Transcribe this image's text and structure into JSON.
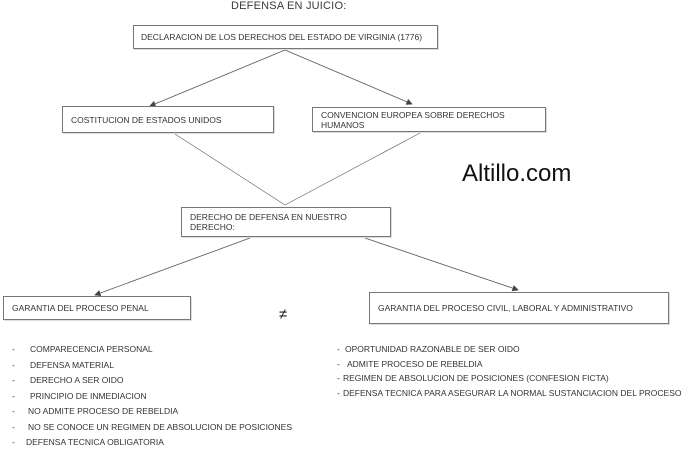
{
  "title": "DEFENSA EN JUICIO:",
  "watermark": "Altillo.com",
  "boxes": {
    "declaracion": "DECLARACION DE LOS DERECHOS DEL ESTADO DE VIRGINIA (1776)",
    "constitucion": "COSTITUCION DE ESTADOS UNIDOS",
    "convencion": "CONVENCION EUROPEA SOBRE DERECHOS HUMANOS",
    "derecho": "DERECHO DE DEFENSA EN NUESTRO DERECHO:",
    "penal": "GARANTIA DEL PROCESO PENAL",
    "civil": "GARANTIA DEL PROCESO CIVIL, LABORAL Y ADMINISTRATIVO"
  },
  "not_equal_symbol": "≠",
  "penal_items": [
    "COMPARECENCIA PERSONAL",
    "DEFENSA MATERIAL",
    "DERECHO A SER OIDO",
    "PRINCIPIO DE INMEDIACION",
    "NO ADMITE PROCESO DE REBELDIA",
    "NO SE CONOCE UN REGIMEN DE ABSOLUCION DE POSICIONES",
    "DEFENSA TECNICA OBLIGATORIA"
  ],
  "civil_items": [
    "OPORTUNIDAD RAZONABLE DE SER OIDO",
    "ADMITE PROCESO DE REBELDIA",
    "REGIMEN DE ABSOLUCION DE POSICIONES  (CONFESION FICTA)",
    "DEFENSA TECNICA PARA  ASEGURAR LA NORMAL  SUSTANCIACION DEL PROCESO"
  ],
  "bullet": "-"
}
